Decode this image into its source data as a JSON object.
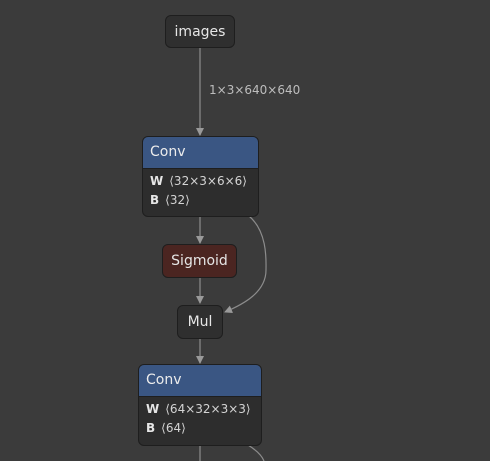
{
  "graph": {
    "input_node": {
      "label": "images"
    },
    "input_edge_label": "1×3×640×640",
    "conv1": {
      "title": "Conv",
      "weights": [
        {
          "key": "W",
          "value": "⟨32×3×6×6⟩"
        },
        {
          "key": "B",
          "value": "⟨32⟩"
        }
      ]
    },
    "sigmoid": {
      "label": "Sigmoid"
    },
    "mul": {
      "label": "Mul"
    },
    "conv2": {
      "title": "Conv",
      "weights": [
        {
          "key": "W",
          "value": "⟨64×32×3×3⟩"
        },
        {
          "key": "B",
          "value": "⟨64⟩"
        }
      ]
    }
  },
  "colors": {
    "background": "#3b3b3b",
    "conv_header": "#3a5683",
    "sigmoid_fill": "#4b2521",
    "node_fill": "#2f2f2f",
    "edge": "#8c8c8c"
  }
}
